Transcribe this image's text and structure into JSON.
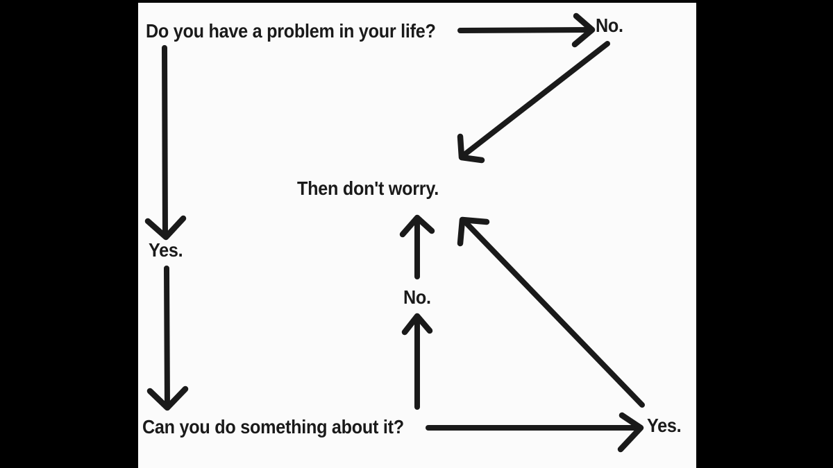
{
  "meta": {
    "description": "Hand-drawn flowchart meme about worrying",
    "background": "letterboxed white panel"
  },
  "colors": {
    "ink": "#1a1a1a",
    "paper": "#fbfbfb",
    "letterbox": "#000000"
  },
  "nodes": {
    "question1": "Do you have a problem in your life?",
    "no_top": "No.",
    "yes_left": "Yes.",
    "dont_worry": "Then don't worry.",
    "no_middle": "No.",
    "question2": "Can you do something about it?",
    "yes_bottom": "Yes."
  },
  "edges": [
    {
      "from": "question1",
      "to": "no_top",
      "direction": "right"
    },
    {
      "from": "no_top",
      "to": "dont_worry",
      "direction": "down-left"
    },
    {
      "from": "question1",
      "to": "yes_left",
      "direction": "down"
    },
    {
      "from": "yes_left",
      "to": "question2",
      "direction": "down"
    },
    {
      "from": "question2",
      "to": "no_middle",
      "direction": "up"
    },
    {
      "from": "no_middle",
      "to": "dont_worry",
      "direction": "up"
    },
    {
      "from": "question2",
      "to": "yes_bottom",
      "direction": "right"
    },
    {
      "from": "yes_bottom",
      "to": "dont_worry",
      "direction": "up-left"
    }
  ]
}
